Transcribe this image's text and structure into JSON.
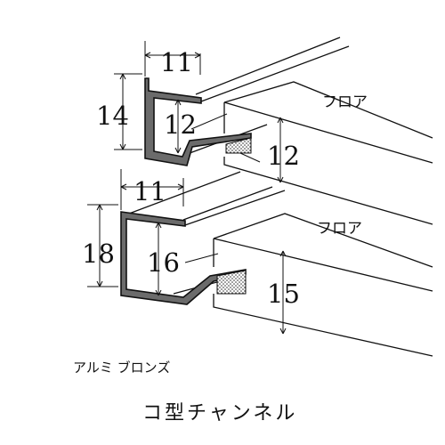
{
  "top_profile": {
    "dim_width": "11",
    "dim_height": "14",
    "dim_inner": "12",
    "dim_floor": "12",
    "floor_label": "フロア"
  },
  "bottom_profile": {
    "dim_width": "11",
    "dim_height": "18",
    "dim_inner": "16",
    "dim_floor": "15",
    "floor_label": "フロア"
  },
  "finish_note": "アルミ ブロンズ",
  "caption": "コ型チャンネル"
}
